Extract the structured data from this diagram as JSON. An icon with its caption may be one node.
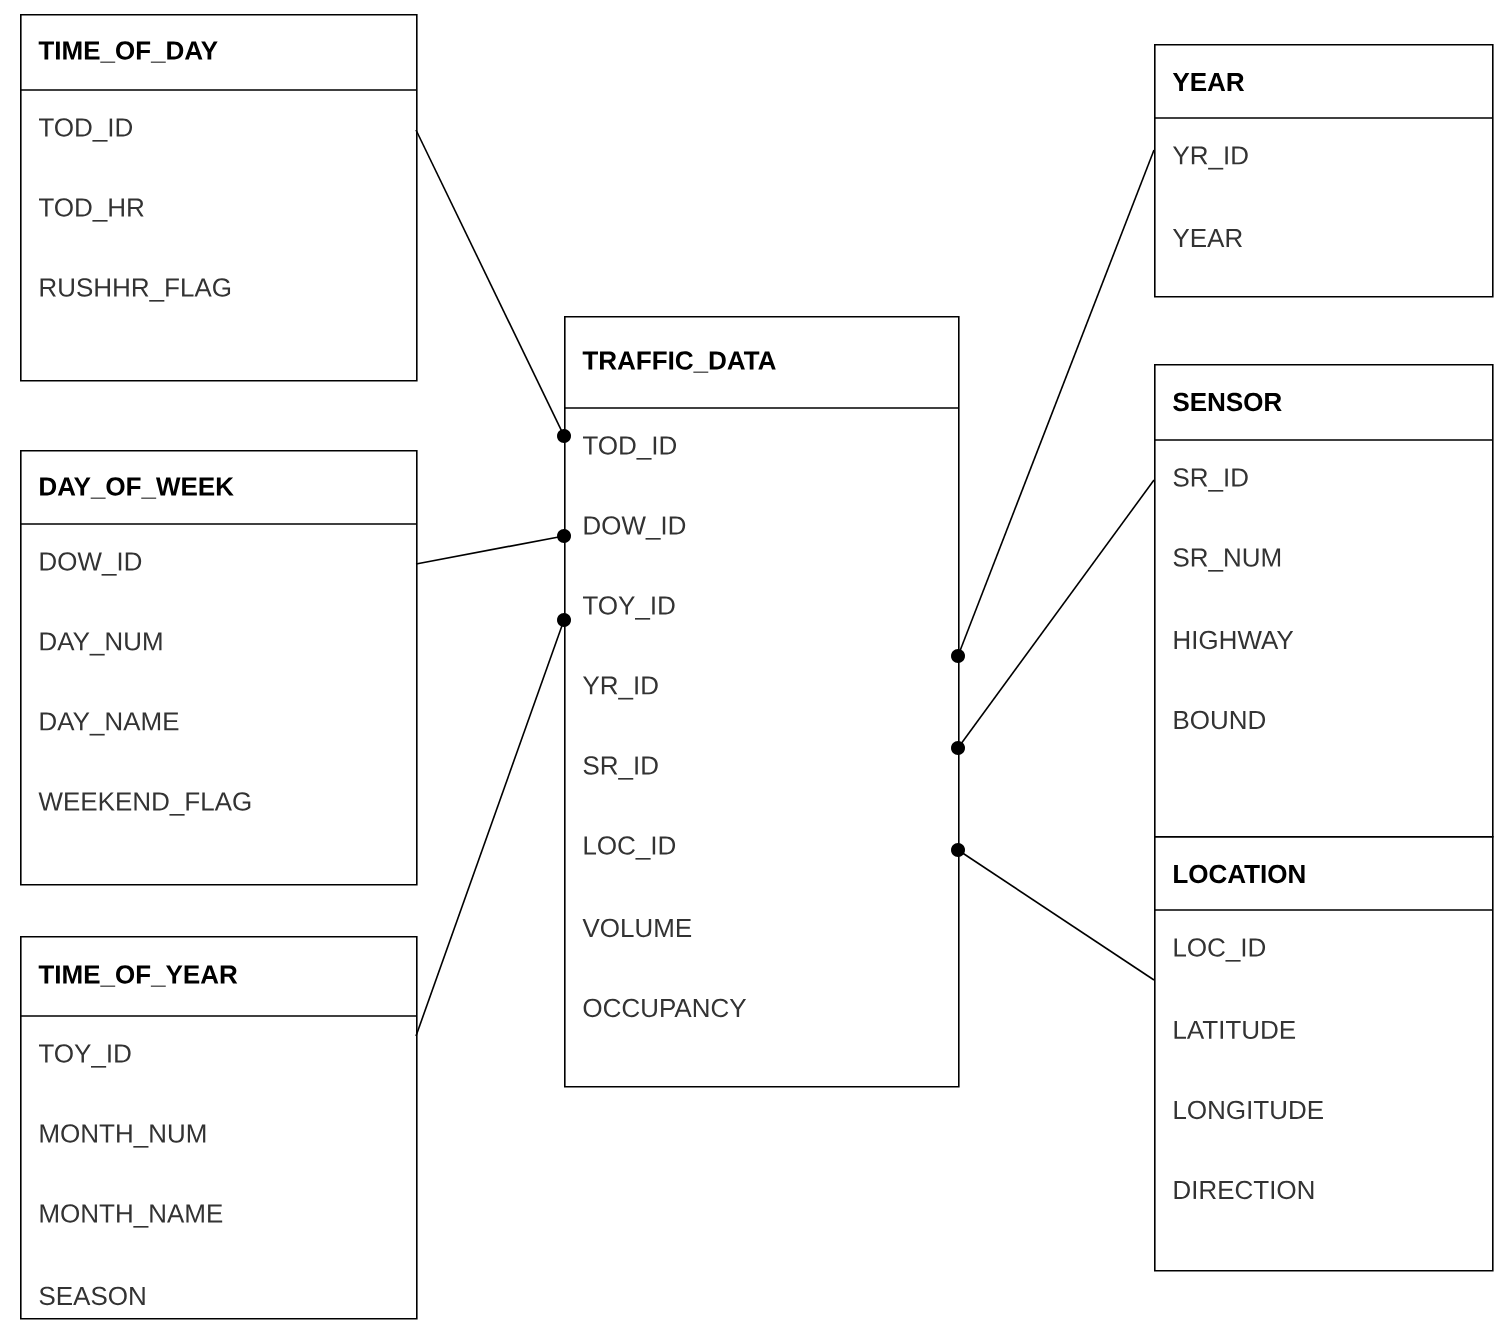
{
  "diagram": {
    "nodes": [
      {
        "text": [
          "TIME_OF_DAY",
          "TOD_ID",
          "TOD_HR",
          "RUSHHR_FLAG"
        ]
      },
      {
        "text": [
          "DAY_OF_WEEK",
          "DOW_ID",
          "DAY_NUM",
          "DAY_NAME",
          "WEEKEND_FLAG"
        ]
      },
      {
        "text": [
          "TIME_OF_YEAR",
          "TOY_ID",
          "MONTH_NUM",
          "MONTH_NAME",
          "SEASON"
        ]
      },
      {
        "text": [
          "TRAFFIC_DATA",
          "TOD_ID",
          "DOW_ID",
          "TOY_ID",
          "YR_ID",
          "SR_ID",
          "LOC_ID",
          "VOLUME",
          "OCCUPANCY"
        ]
      },
      {
        "text": [
          "YEAR",
          "YR_ID",
          "YEAR"
        ]
      },
      {
        "text": [
          "SENSOR",
          "SR_ID",
          "SR_NUM",
          "HIGHWAY",
          "BOUND"
        ]
      },
      {
        "text": [
          "LOCATION",
          "LOC_ID",
          "LATITUDE",
          "LONGITUDE",
          "DIRECTION"
        ]
      }
    ],
    "edges": [
      {
        "from": 0,
        "to": 3,
        "arrow": "other"
      },
      {
        "from": 1,
        "to": 3,
        "arrow": "other"
      },
      {
        "from": 2,
        "to": 3,
        "arrow": "other"
      },
      {
        "from": 4,
        "to": 3,
        "arrow": "other"
      },
      {
        "from": 5,
        "to": 3,
        "arrow": "other"
      },
      {
        "from": 6,
        "to": 3,
        "arrow": "other"
      }
    ]
  }
}
